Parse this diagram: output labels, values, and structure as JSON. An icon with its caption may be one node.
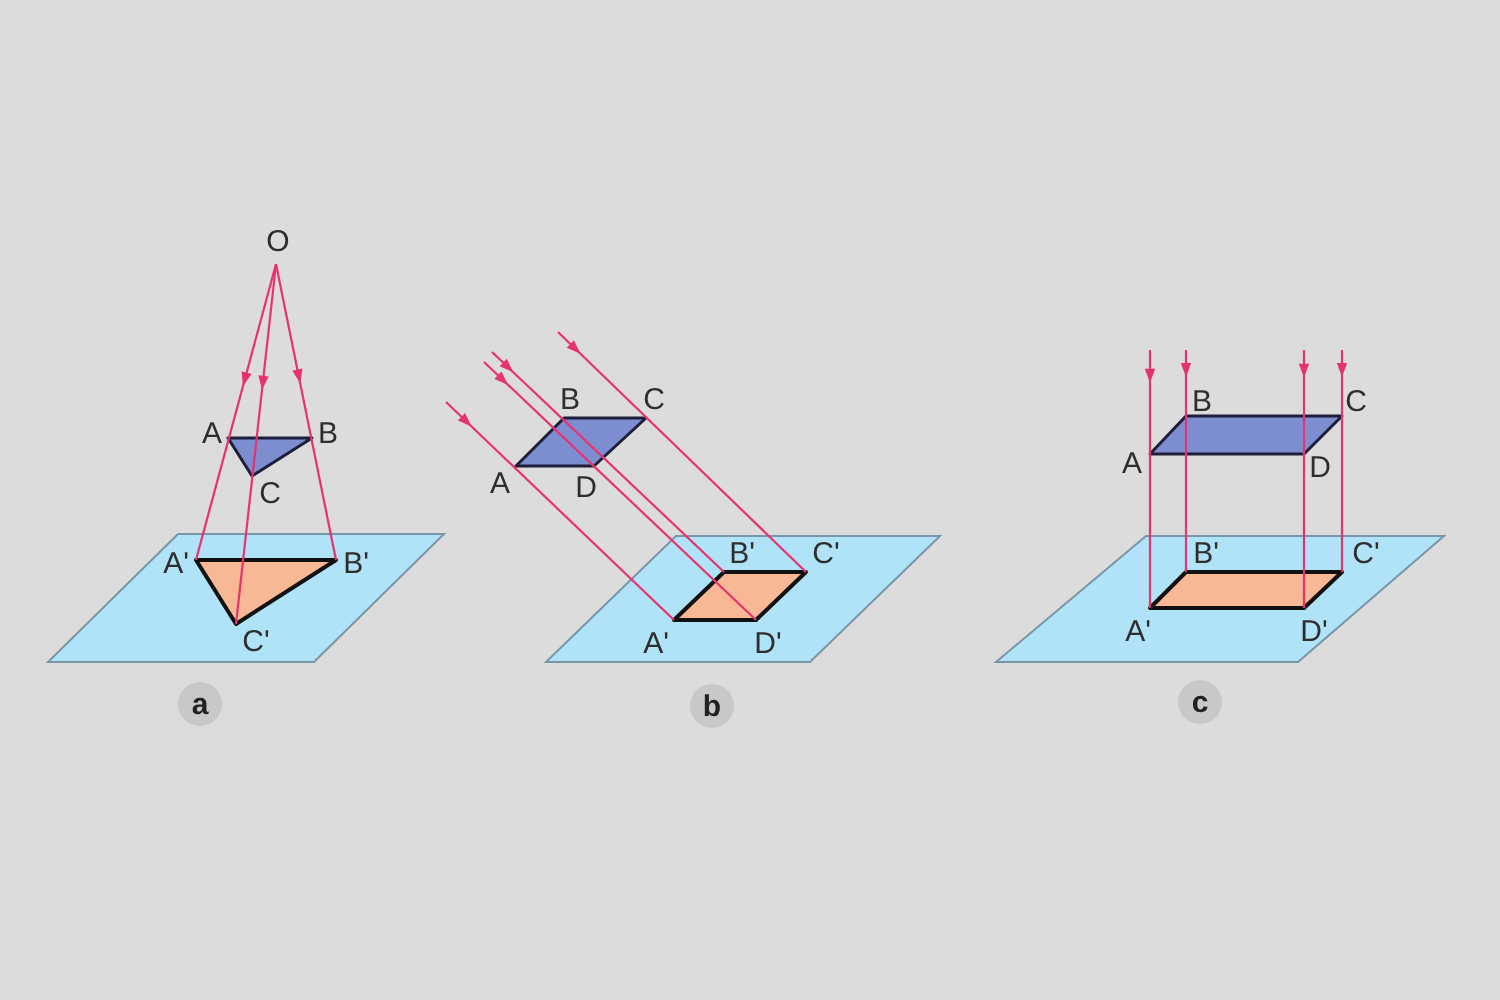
{
  "diagram": {
    "nodes": [
      {
        "text": [
          "a"
        ]
      },
      {
        "text": [
          "b"
        ]
      },
      {
        "text": [
          "c"
        ]
      }
    ],
    "labels": [
      "O",
      "A",
      "B",
      "C",
      "A'",
      "B'",
      "C'",
      "B",
      "C",
      "A",
      "D",
      "B'",
      "C'",
      "A'",
      "D'",
      "B",
      "C",
      "A",
      "D",
      "B'",
      "C'",
      "A'",
      "D'"
    ]
  }
}
